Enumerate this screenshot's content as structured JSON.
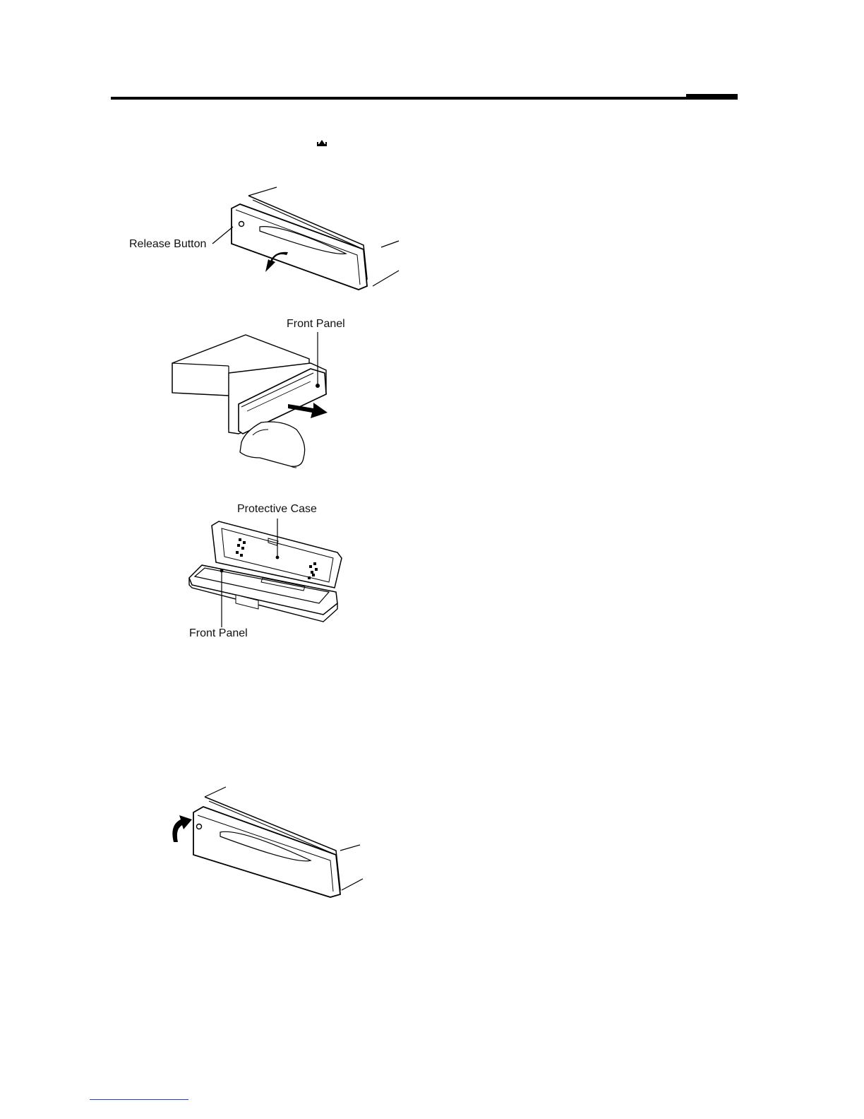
{
  "figures": {
    "remove_panel": {
      "release_button_label": "Release Button"
    },
    "detach_panel": {
      "front_panel_label": "Front Panel"
    },
    "storage_case": {
      "protective_case_label": "Protective Case",
      "front_panel_label": "Front Panel"
    },
    "attach_panel": {}
  },
  "icons": {
    "eject": "eject-icon",
    "arrow_down": "curved-arrow-down-icon",
    "arrow_right": "arrow-right-icon",
    "arrow_up": "curved-arrow-up-icon"
  }
}
